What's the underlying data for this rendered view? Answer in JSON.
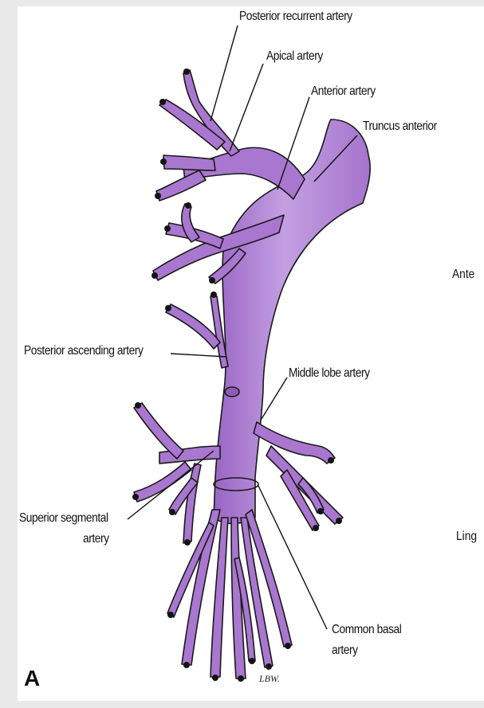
{
  "labels": {
    "posterior_recurrent": "Posterior recurrent artery",
    "apical": "Apical artery",
    "anterior": "Anterior artery",
    "truncus": "Truncus anterior",
    "posterior_ascending": "Posterior ascending artery",
    "middle_lobe": "Middle lobe artery",
    "superior_segmental_1": "Superior segmental",
    "superior_segmental_2": "artery",
    "common_basal_1": "Common basal",
    "common_basal_2": "artery"
  },
  "panel_letter": "A",
  "side_fragments": {
    "right_top": "Ante",
    "right_bottom": "Ling"
  },
  "signature": "LBW.",
  "colors": {
    "vessel": "#a977cf",
    "vessel_light": "#c09be0",
    "vessel_dark": "#7b4ea3",
    "outline": "#1a1a1a",
    "background": "#ffffff"
  }
}
